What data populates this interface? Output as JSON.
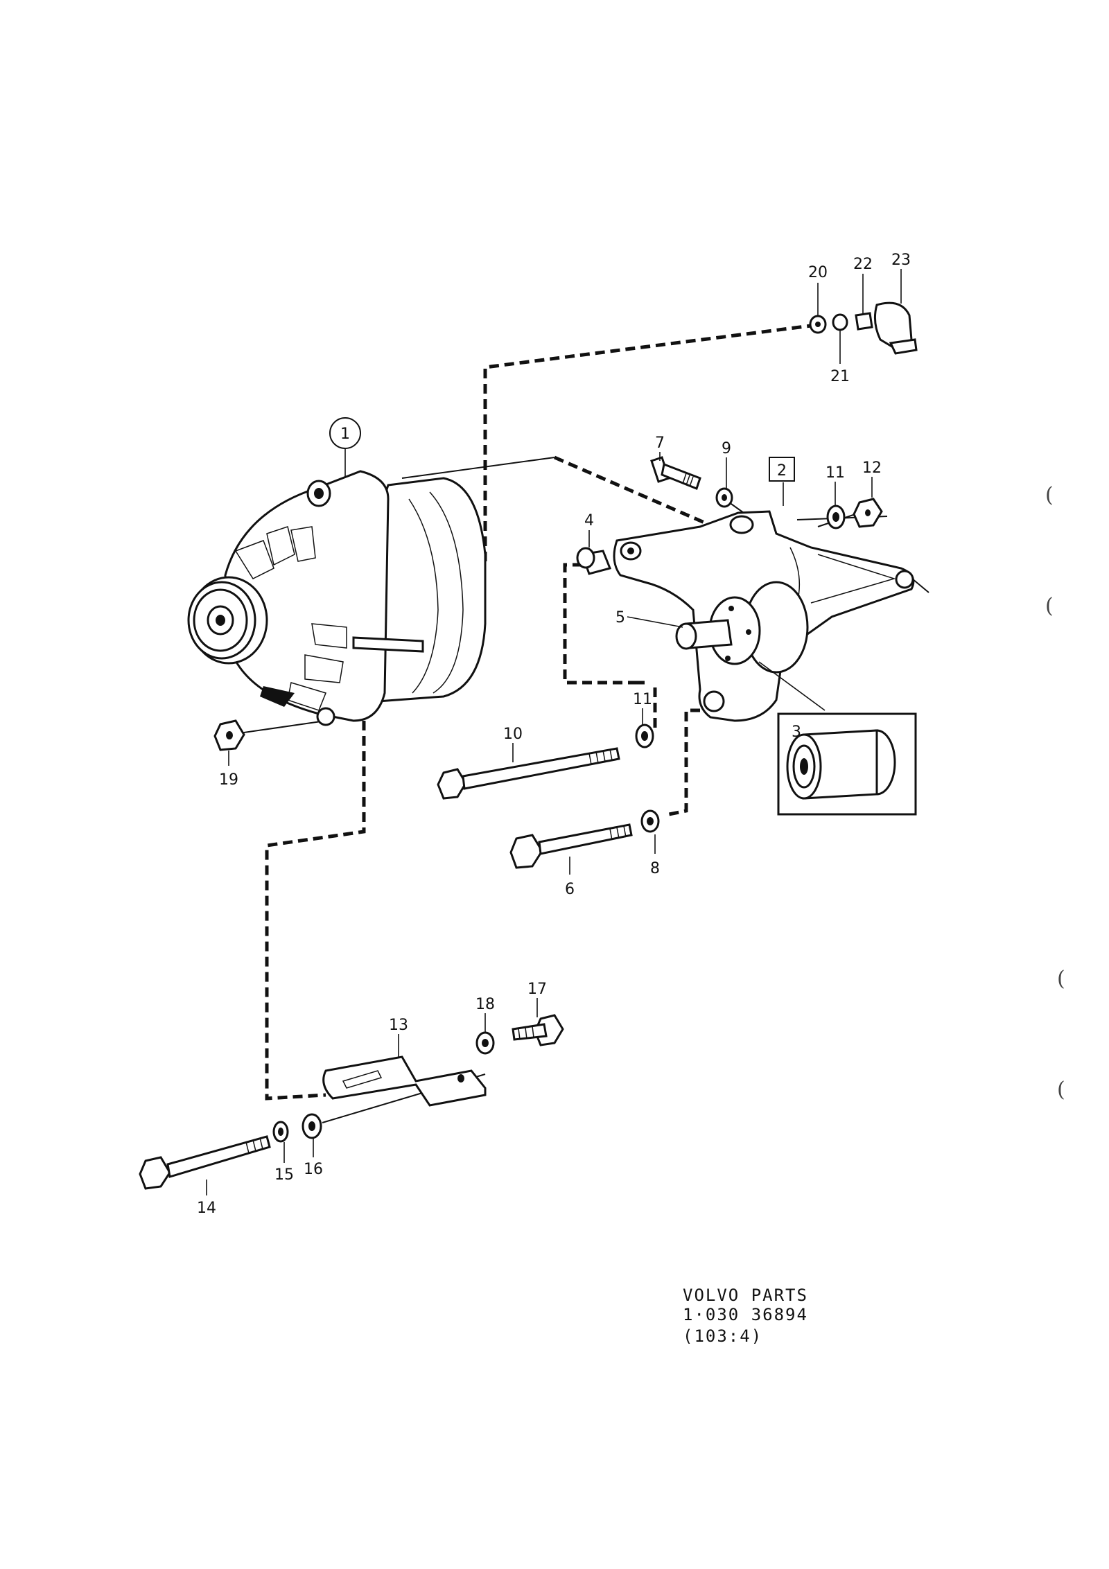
{
  "labels": {
    "n1": "1",
    "n2": "2",
    "n3": "3",
    "n4": "4",
    "n5": "5",
    "n6": "6",
    "n7": "7",
    "n8": "8",
    "n9": "9",
    "n10": "10",
    "n11a": "11",
    "n11b": "11",
    "n12": "12",
    "n13": "13",
    "n14": "14",
    "n15": "15",
    "n16": "16",
    "n17": "17",
    "n18": "18",
    "n19": "19",
    "n20": "20",
    "n21": "21",
    "n22": "22",
    "n23": "23"
  },
  "footer": {
    "line1": "VOLVO  PARTS",
    "line2": "1·030  36894",
    "line3": "(103:4)"
  },
  "margin_marks": [
    "(",
    "(",
    "(",
    "("
  ]
}
